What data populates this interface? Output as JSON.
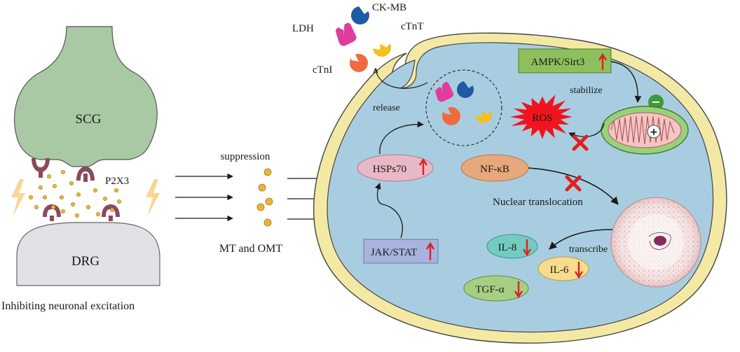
{
  "synapse": {
    "upper_label": "SCG",
    "lower_label": "DRG",
    "receptor_label": "P2X3",
    "caption": "Inhibiting neuronal excitation"
  },
  "middle": {
    "suppression_label": "suppression",
    "drug_label": "MT and OMT"
  },
  "released_markers": {
    "ldh": "LDH",
    "ckmb": "CK-MB",
    "ctnt": "cTnT",
    "ctni": "cTnI",
    "release_label": "release"
  },
  "pathway": {
    "ampk": {
      "label": "AMPK/Sirt3",
      "direction": "up"
    },
    "stabilize": "stabilize",
    "inhibit_symbol": "−",
    "mito_symbol": "+",
    "ros": "ROS",
    "hsps70": {
      "label": "HSPs70",
      "direction": "up"
    },
    "jakstat": {
      "label": "JAK/STAT",
      "direction": "up"
    },
    "nfkb": "NF-κB",
    "nuclear_translocation": "Nuclear translocation",
    "transcribe": "transcribe",
    "il8": {
      "label": "IL-8",
      "direction": "down"
    },
    "il6": {
      "label": "IL-6",
      "direction": "down"
    },
    "tgfa": {
      "label": "TGF-α",
      "direction": "down"
    }
  },
  "colors": {
    "cell_fill": "#a9cde0",
    "membrane": "#f3e9a4",
    "neuron_green": "#a9c9a4",
    "neuron_gray": "#e2e2e6",
    "receptor": "#8a4a5c",
    "particle": "#e8b43c",
    "ampk_box": "#8dbf5c",
    "jakstat_box": "#a8b3de",
    "hsps70_fill": "#e9b8c6",
    "nfkb_fill": "#e7a87c",
    "il8_fill": "#74cbc2",
    "il6_fill": "#f6dc8c",
    "tgfa_fill": "#a7cf84",
    "ros_fill": "#f0141e",
    "up_arrow": "#e02020",
    "down_arrow": "#e02020"
  }
}
